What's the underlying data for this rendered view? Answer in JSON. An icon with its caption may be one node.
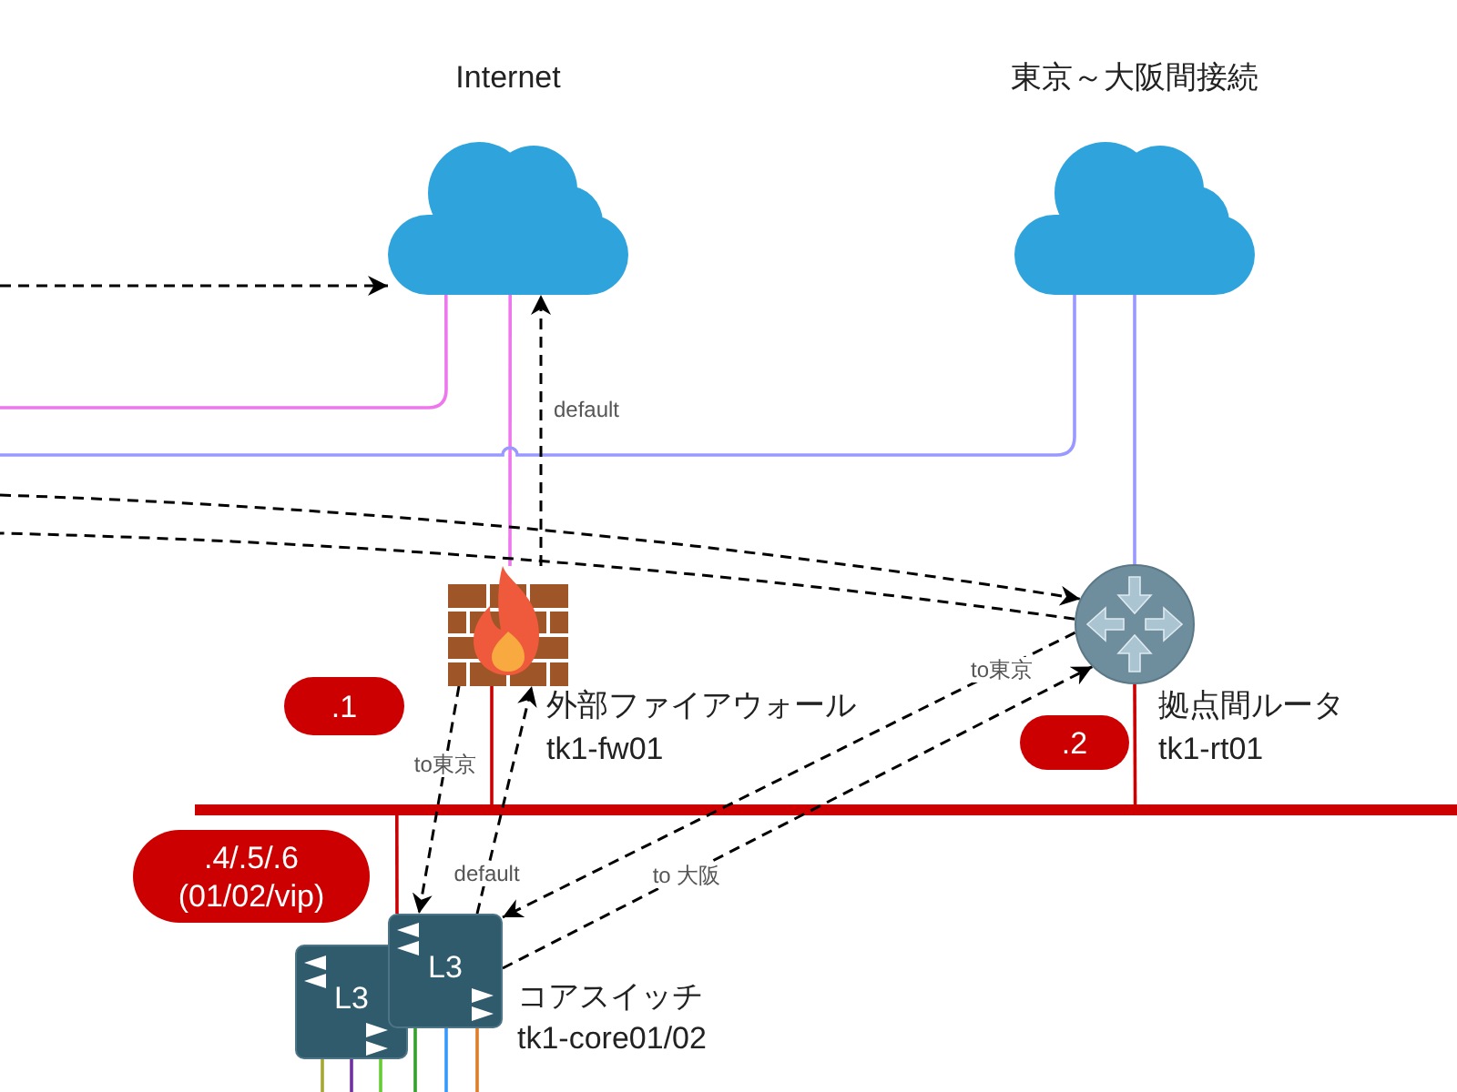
{
  "diagram": {
    "nodes": [
      {
        "text": [],
        "shape": "cloud",
        "beside": [
          "Internet"
        ]
      },
      {
        "text": [],
        "shape": "cloud",
        "beside": [
          "東京～大阪間接続"
        ]
      },
      {
        "text": [],
        "shape": "picture",
        "beside": [
          "外部ファイアウォール",
          "tk1-fw01"
        ]
      },
      {
        "text": [],
        "shape": "picture",
        "beside": [
          "拠点間ルータ",
          "tk1-rt01"
        ]
      },
      {
        "text": [
          ".1"
        ]
      },
      {
        "text": [
          ".2"
        ]
      },
      {
        "text": [],
        "shape": "bar"
      },
      {
        "text": [
          ".4/.5/.6 (01/02/vip)"
        ]
      },
      {
        "text": [
          "L3"
        ],
        "beside": [
          "コアスイッチ",
          "tk1-core01/02"
        ]
      },
      {
        "text": [
          "L3"
        ]
      }
    ],
    "edges": [
      {
        "from": null,
        "to": 0,
        "arrow": "to",
        "style": "dashed"
      },
      {
        "from": 0,
        "to": null,
        "arrow": "none",
        "color": "#ee77ee"
      },
      {
        "from": 0,
        "to": 2,
        "arrow": "none",
        "color": "#ee77ee"
      },
      {
        "from": 1,
        "to": null,
        "arrow": "none",
        "color": "#9999ff"
      },
      {
        "from": 1,
        "to": 3,
        "arrow": "none",
        "color": "#9999ff"
      },
      {
        "from": 2,
        "to": 0,
        "arrow": "to",
        "label": "default",
        "style": "dashed"
      },
      {
        "from": null,
        "to": 3,
        "arrow": "to",
        "style": "dashed"
      },
      {
        "from": 3,
        "to": null,
        "arrow": "none",
        "style": "dashed"
      },
      {
        "from": 2,
        "to": 8,
        "arrow": "to",
        "label": "to東京",
        "style": "dashed"
      },
      {
        "from": 8,
        "to": 2,
        "arrow": "to",
        "label": "default",
        "style": "dashed"
      },
      {
        "from": 3,
        "to": 8,
        "arrow": "to",
        "label": "to東京",
        "style": "dashed"
      },
      {
        "from": 8,
        "to": 3,
        "arrow": "to",
        "label": "to 大阪",
        "style": "dashed"
      },
      {
        "from": 2,
        "to": 6,
        "arrow": "none",
        "color": "#cc0000"
      },
      {
        "from": 3,
        "to": 6,
        "arrow": "none",
        "color": "#cc0000"
      },
      {
        "from": 6,
        "to": 8,
        "arrow": "none",
        "color": "#cc0000"
      },
      {
        "from": 9,
        "to": null,
        "arrow": "none",
        "color": "#a6a633"
      },
      {
        "from": 9,
        "to": null,
        "arrow": "none",
        "color": "#7030a0"
      },
      {
        "from": 9,
        "to": null,
        "arrow": "none",
        "color": "#66cc33"
      },
      {
        "from": 8,
        "to": null,
        "arrow": "none",
        "color": "#33a02c"
      },
      {
        "from": 8,
        "to": null,
        "arrow": "none",
        "color": "#3399ff"
      },
      {
        "from": 8,
        "to": null,
        "arrow": "none",
        "color": "#e07b27"
      }
    ]
  }
}
